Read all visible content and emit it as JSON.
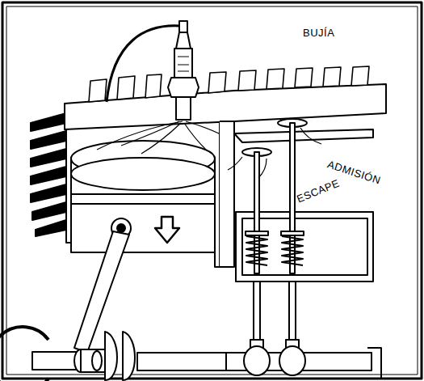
{
  "diagram": {
    "labels": [
      "BUJÍA",
      "ADMISIÓN",
      "ESCAPE"
    ]
  }
}
